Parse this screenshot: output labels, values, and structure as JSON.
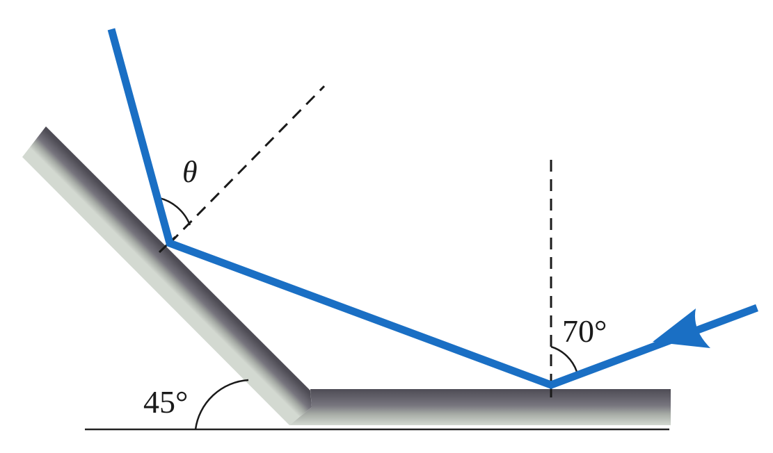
{
  "diagram": {
    "labels": {
      "theta": "θ",
      "incident_angle": "70°",
      "mirror_angle": "45°"
    },
    "colors": {
      "ray": "#1a6fc4",
      "mirror_dark": "#55535b",
      "mirror_light": "#c4ccc4",
      "ink": "#1a1a1a",
      "background": "#ffffff"
    }
  }
}
